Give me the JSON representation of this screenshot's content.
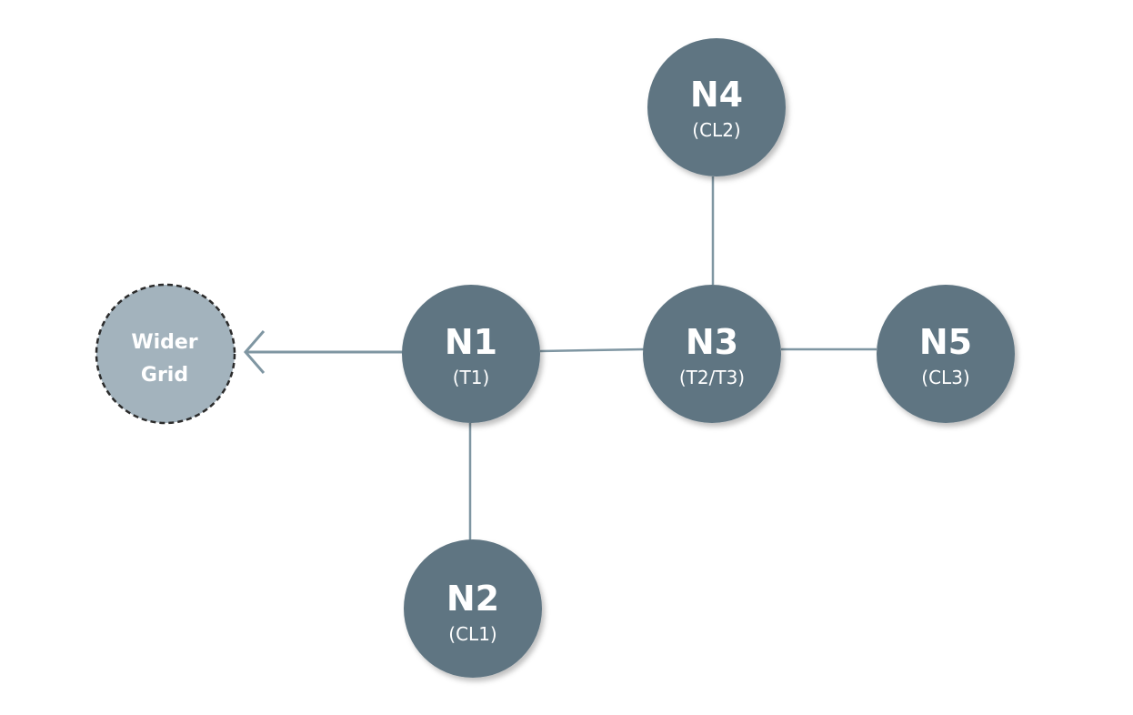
{
  "colors": {
    "node_fill": "#5f7582",
    "edge": "#7f96a2",
    "wider_grid_fill": "#a3b3bd",
    "wider_grid_border": "#2b2b2b"
  },
  "nodes": {
    "n1": {
      "title": "N1",
      "subtitle": "(T1)"
    },
    "n2": {
      "title": "N2",
      "subtitle": "(CL1)"
    },
    "n3": {
      "title": "N3",
      "subtitle": "(T2/T3)"
    },
    "n4": {
      "title": "N4",
      "subtitle": "(CL2)"
    },
    "n5": {
      "title": "N5",
      "subtitle": "(CL3)"
    }
  },
  "wider_grid": {
    "line1": "Wider",
    "line2": "Grid"
  },
  "edges": [
    {
      "from": "n1",
      "to": "wider_grid",
      "style": "arrow"
    },
    {
      "from": "n1",
      "to": "n3",
      "style": "line"
    },
    {
      "from": "n1",
      "to": "n2",
      "style": "line"
    },
    {
      "from": "n3",
      "to": "n4",
      "style": "line"
    },
    {
      "from": "n3",
      "to": "n5",
      "style": "line"
    }
  ]
}
